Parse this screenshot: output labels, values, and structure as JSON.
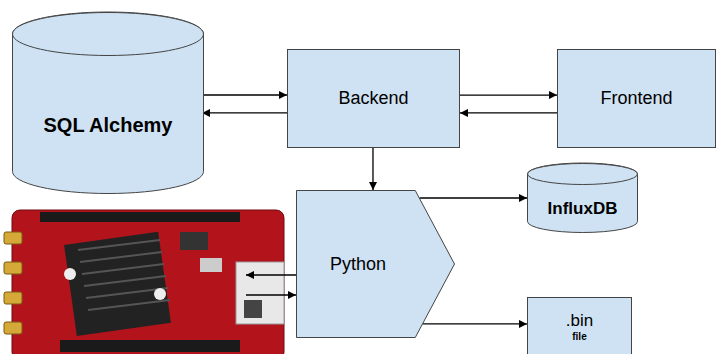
{
  "diagram": {
    "nodes": [
      {
        "text": [
          "SQL Alchemy"
        ]
      },
      {
        "text": [
          "Backend"
        ]
      },
      {
        "text": [
          "Frontend"
        ]
      },
      {
        "text": [
          "Python"
        ]
      },
      {
        "text": [
          "InfluxDB"
        ]
      },
      {
        "text": [
          ".bin",
          "file"
        ]
      }
    ],
    "edges": [
      {
        "from": 0,
        "to": 1,
        "arrow": "to"
      },
      {
        "from": 1,
        "to": 0,
        "arrow": "to"
      },
      {
        "from": 1,
        "to": 2,
        "arrow": "to"
      },
      {
        "from": 2,
        "to": 1,
        "arrow": "to"
      },
      {
        "from": 1,
        "to": 3,
        "arrow": "to"
      },
      {
        "from": 3,
        "to": 4,
        "arrow": "to"
      },
      {
        "from": 3,
        "to": 5,
        "arrow": "to"
      }
    ]
  }
}
